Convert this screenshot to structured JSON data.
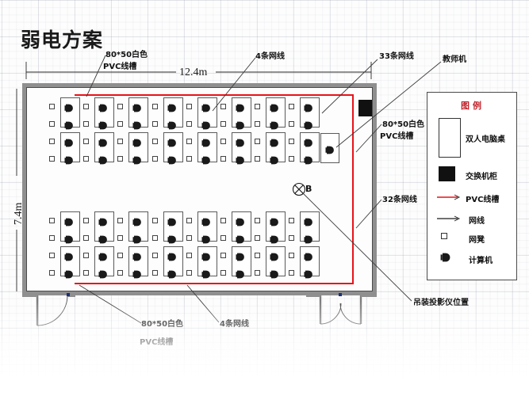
{
  "title": "弱电方案",
  "dimensions": {
    "width_label": "12.4m",
    "height_label": "7.4m"
  },
  "annotations": {
    "top_left_trunking": "80*50白色\nPVC线槽",
    "top_left_trunking_l1": "80*50白色",
    "top_left_trunking_l2": "PVC线槽",
    "top_mid_cables": "4条网线",
    "top_right_cables": "33条网线",
    "teacher_pc": "教师机",
    "right_trunking_l1": "80*50白色",
    "right_trunking_l2": "PVC线槽",
    "right_cables": "32条网线",
    "projector": "吊装投影仪位置",
    "projector_symbol": "B",
    "bottom_left_trunking_l1": "80*50白色",
    "bottom_left_trunking_l2": "PVC线槽",
    "bottom_mid_cables": "4条网线"
  },
  "legend": {
    "title": "图例",
    "items": [
      {
        "symbol": "desk-rect",
        "label": "双人电脑桌"
      },
      {
        "symbol": "black-square",
        "label": "交换机柜"
      },
      {
        "symbol": "red-line",
        "label": "PVC线槽"
      },
      {
        "symbol": "black-line",
        "label": "网线"
      },
      {
        "symbol": "small-square",
        "label": "网凳"
      },
      {
        "symbol": "monitor",
        "label": "计算机"
      }
    ]
  },
  "floorplan": {
    "rows": [
      {
        "name": "top-row",
        "desk_columns": 8,
        "pcs_per_column": 4,
        "stools_per_column": 4
      },
      {
        "name": "bottom-row",
        "desk_columns": 8,
        "pcs_per_column": 4,
        "stools_per_column": 4
      }
    ],
    "teacher_desk": {
      "pcs": 1
    },
    "switch_cabinet": {
      "count": 1
    },
    "doors": [
      {
        "name": "left-door",
        "type": "single-swing"
      },
      {
        "name": "right-door",
        "type": "double-swing"
      }
    ],
    "projector": {
      "count": 1
    }
  },
  "colors": {
    "pvc_red": "#e8121a",
    "wall_gray": "#8f8f8f",
    "legend_title_red": "#c02028",
    "cabinet_black": "#111111"
  }
}
